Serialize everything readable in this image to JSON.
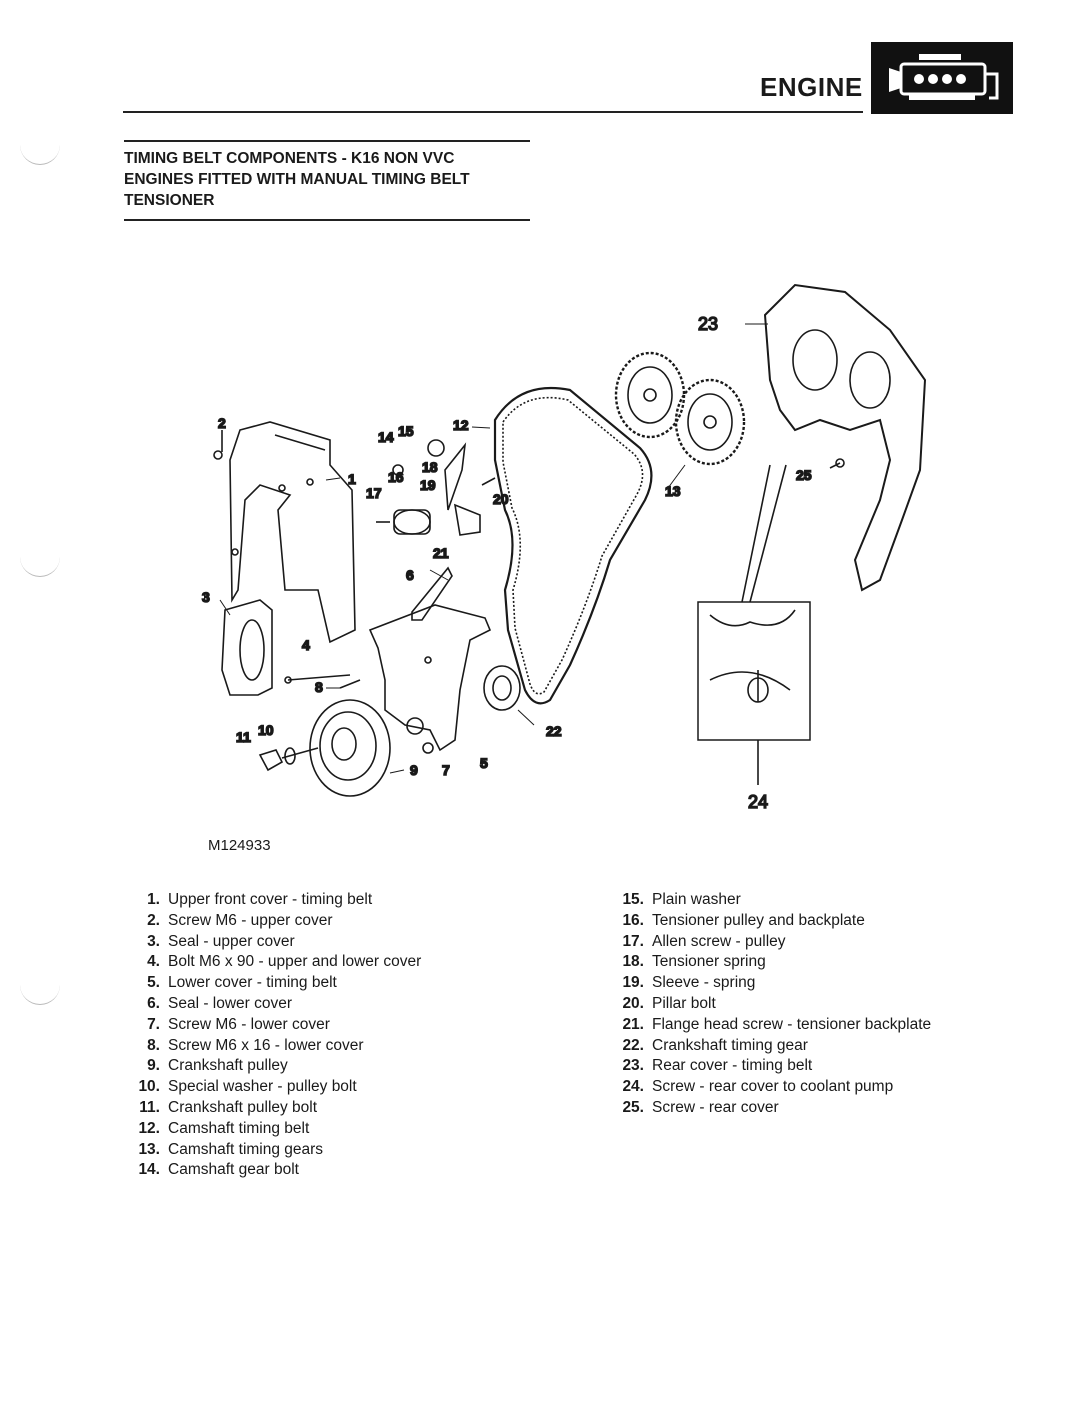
{
  "header": {
    "title": "ENGINE",
    "badge_icon": "engine-block-icon"
  },
  "section": {
    "title": "TIMING BELT COMPONENTS - K16 NON VVC\nENGINES FITTED WITH MANUAL TIMING BELT\nTENSIONER"
  },
  "figure": {
    "code": "M124933",
    "callouts": [
      "1",
      "2",
      "3",
      "4",
      "5",
      "6",
      "7",
      "8",
      "9",
      "10",
      "11",
      "12",
      "13",
      "14",
      "15",
      "16",
      "17",
      "18",
      "19",
      "20",
      "21",
      "22",
      "23",
      "24",
      "25"
    ]
  },
  "legend": {
    "left": [
      {
        "num": "1.",
        "text": "Upper front cover - timing belt"
      },
      {
        "num": "2.",
        "text": "Screw M6 - upper cover"
      },
      {
        "num": "3.",
        "text": "Seal - upper cover"
      },
      {
        "num": "4.",
        "text": "Bolt M6 x 90 - upper and lower cover"
      },
      {
        "num": "5.",
        "text": "Lower cover - timing belt"
      },
      {
        "num": "6.",
        "text": "Seal - lower cover"
      },
      {
        "num": "7.",
        "text": "Screw M6 - lower cover"
      },
      {
        "num": "8.",
        "text": "Screw M6 x 16 - lower cover"
      },
      {
        "num": "9.",
        "text": "Crankshaft pulley"
      },
      {
        "num": "10.",
        "text": "Special washer - pulley bolt"
      },
      {
        "num": "11.",
        "text": "Crankshaft pulley bolt"
      },
      {
        "num": "12.",
        "text": "Camshaft timing belt"
      },
      {
        "num": "13.",
        "text": "Camshaft timing gears"
      },
      {
        "num": "14.",
        "text": "Camshaft gear bolt"
      }
    ],
    "right": [
      {
        "num": "15.",
        "text": "Plain washer"
      },
      {
        "num": "16.",
        "text": "Tensioner pulley and backplate"
      },
      {
        "num": "17.",
        "text": "Allen screw - pulley"
      },
      {
        "num": "18.",
        "text": "Tensioner spring"
      },
      {
        "num": "19.",
        "text": "Sleeve - spring"
      },
      {
        "num": "20.",
        "text": "Pillar bolt"
      },
      {
        "num": "21.",
        "text": "Flange head screw - tensioner backplate"
      },
      {
        "num": "22.",
        "text": "Crankshaft timing gear"
      },
      {
        "num": "23.",
        "text": "Rear cover - timing belt"
      },
      {
        "num": "24.",
        "text": "Screw - rear cover to coolant pump"
      },
      {
        "num": "25.",
        "text": "Screw - rear cover"
      }
    ]
  }
}
